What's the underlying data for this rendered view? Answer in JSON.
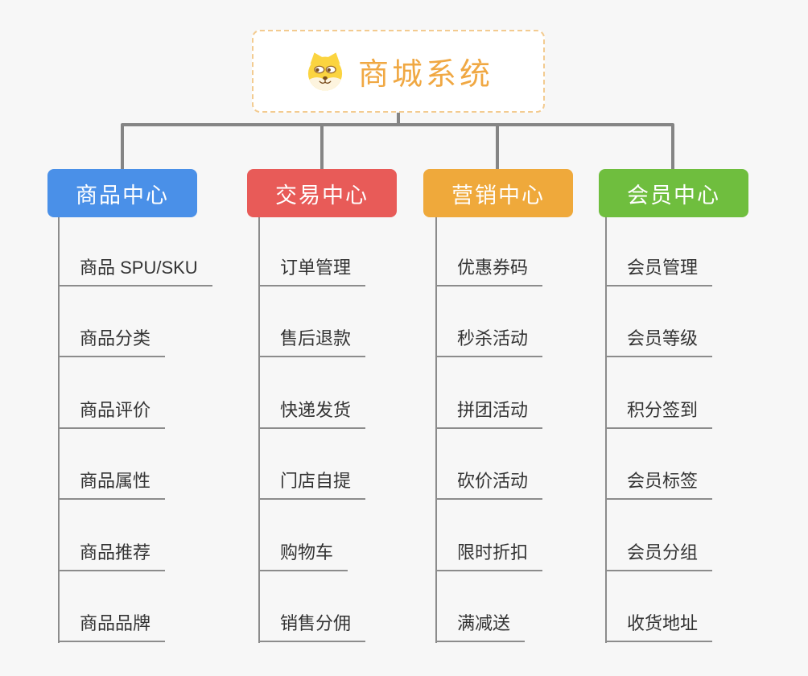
{
  "canvas": {
    "background": "#F7F7F7",
    "connector_color": "#858585",
    "underline_color": "#8C8C8C"
  },
  "root": {
    "label": "商城系统",
    "icon": "dog-face-icon",
    "text_color": "#F0A843",
    "border_color": "#F3CB90"
  },
  "branches": [
    {
      "label": "商品中心",
      "color": "#4A90E8",
      "items": [
        "商品 SPU/SKU",
        "商品分类",
        "商品评价",
        "商品属性",
        "商品推荐",
        "商品品牌"
      ]
    },
    {
      "label": "交易中心",
      "color": "#E85B58",
      "items": [
        "订单管理",
        "售后退款",
        "快递发货",
        "门店自提",
        "购物车",
        "销售分佣"
      ]
    },
    {
      "label": "营销中心",
      "color": "#EFA93B",
      "items": [
        "优惠券码",
        "秒杀活动",
        "拼团活动",
        "砍价活动",
        "限时折扣",
        "满减送"
      ]
    },
    {
      "label": "会员中心",
      "color": "#6FBE3E",
      "items": [
        "会员管理",
        "会员等级",
        "积分签到",
        "会员标签",
        "会员分组",
        "收货地址"
      ]
    }
  ]
}
